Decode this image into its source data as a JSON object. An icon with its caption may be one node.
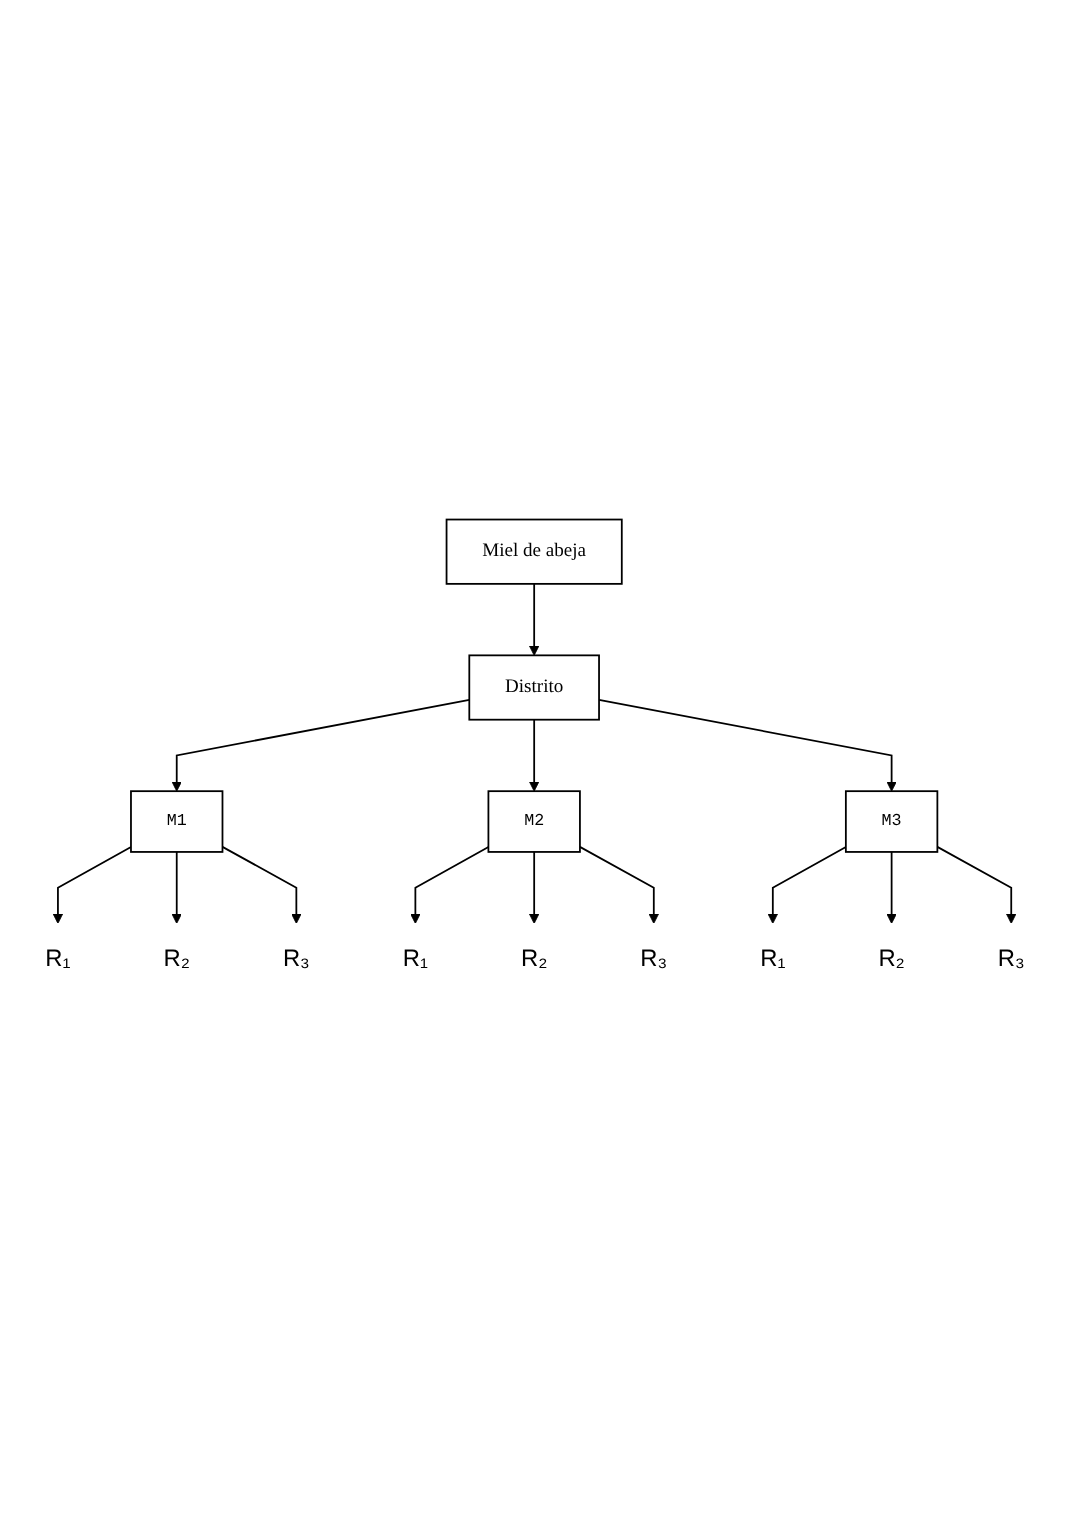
{
  "diagram": {
    "nodes": [
      {
        "text": [
          "Miel de abeja"
        ]
      },
      {
        "text": [
          "Distrito"
        ]
      },
      {
        "text": [
          "M1"
        ]
      },
      {
        "text": [
          "M2"
        ]
      },
      {
        "text": [
          "M3"
        ]
      },
      {
        "text": [
          "R₁"
        ]
      },
      {
        "text": [
          "R₂"
        ]
      },
      {
        "text": [
          "R₃"
        ]
      },
      {
        "text": [
          "R₁"
        ]
      },
      {
        "text": [
          "R₂"
        ]
      },
      {
        "text": [
          "R₃"
        ]
      },
      {
        "text": [
          "R₁"
        ]
      },
      {
        "text": [
          "R₂"
        ]
      },
      {
        "text": [
          "R₃"
        ]
      }
    ],
    "edges": [
      {
        "from": 0,
        "to": 1,
        "arrow": "to"
      },
      {
        "from": 1,
        "to": 2,
        "arrow": "to"
      },
      {
        "from": 1,
        "to": 3,
        "arrow": "to"
      },
      {
        "from": 1,
        "to": 4,
        "arrow": "to"
      },
      {
        "from": 2,
        "to": 5,
        "arrow": "to"
      },
      {
        "from": 2,
        "to": 6,
        "arrow": "to"
      },
      {
        "from": 2,
        "to": 7,
        "arrow": "to"
      },
      {
        "from": 3,
        "to": 8,
        "arrow": "to"
      },
      {
        "from": 3,
        "to": 9,
        "arrow": "to"
      },
      {
        "from": 3,
        "to": 10,
        "arrow": "to"
      },
      {
        "from": 4,
        "to": 11,
        "arrow": "to"
      },
      {
        "from": 4,
        "to": 12,
        "arrow": "to"
      },
      {
        "from": 4,
        "to": 13,
        "arrow": "to"
      }
    ]
  }
}
